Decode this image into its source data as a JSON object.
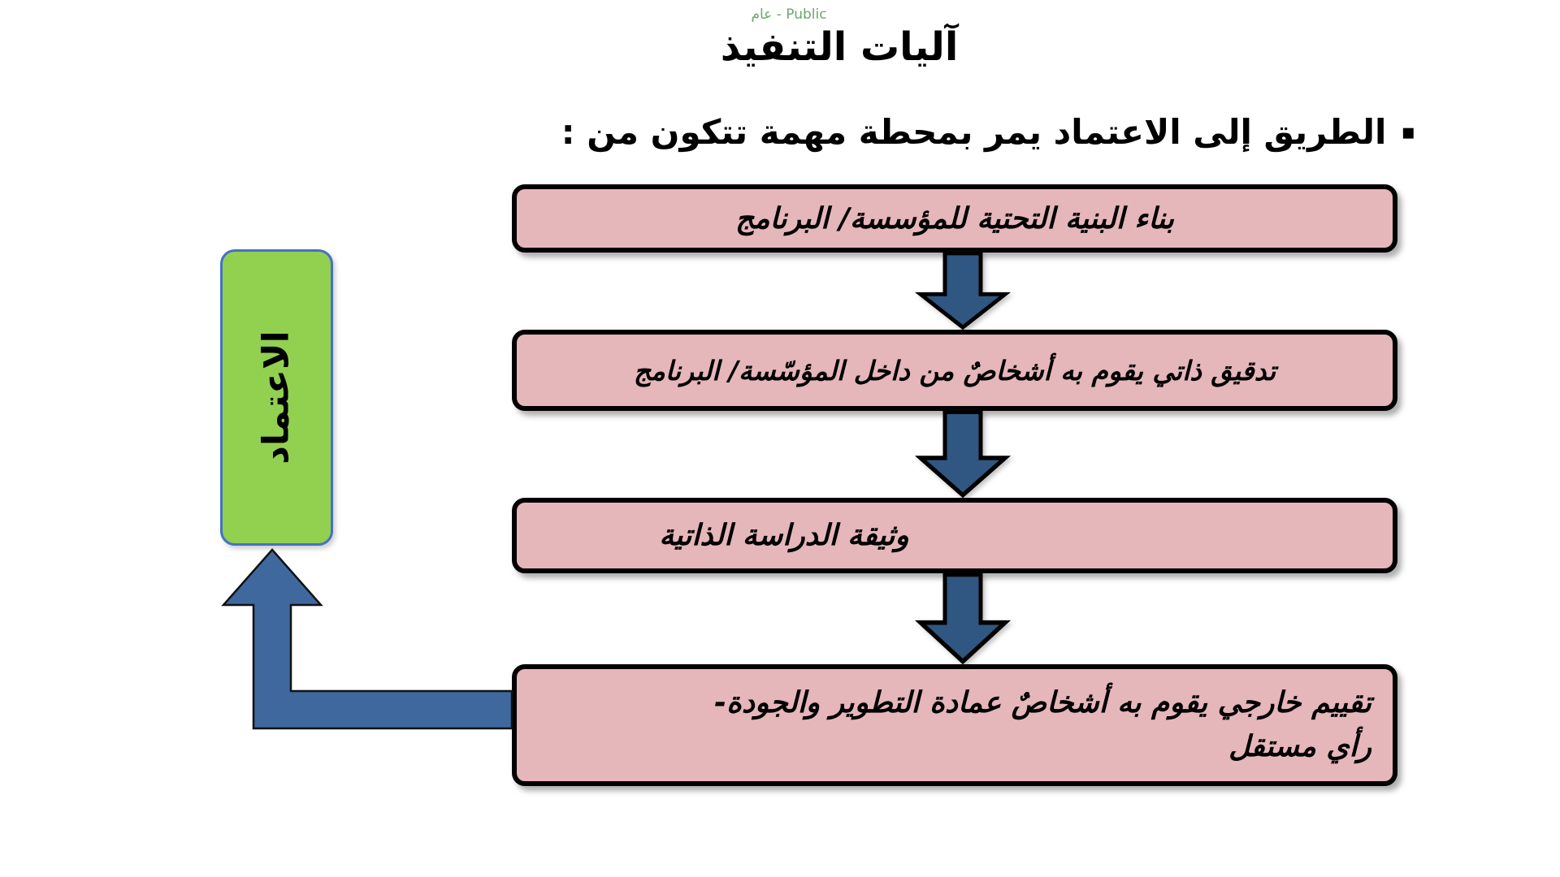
{
  "page": {
    "background": "#FFFFFF"
  },
  "header": {
    "classification_label": "عام - Public",
    "classification_color": "#6BA76B",
    "title": "آليات التنفيذ",
    "bullet_marker": "▪",
    "bullet_text": "الطريق إلى الاعتماد يمر بمحطة مهمة تتكون من :"
  },
  "flowchart": {
    "box_fill": "#E5B6BA",
    "box_border": "#000000",
    "arrow_fill": "#2F5782",
    "arrow_outline": "#000000",
    "boxes": [
      {
        "text": "بناء البنية التحتية للمؤسسة/ البرنامج"
      },
      {
        "text": "تدقيق ذاتي يقوم به أشخاصٌ من داخل المؤسّسة/ البرنامج"
      },
      {
        "text": "وثيقة الدراسة الذاتية"
      },
      {
        "lines": [
          "تقييم خارجي يقوم به أشخاصٌ عمادة التطوير والجودة-",
          "رأي مستقل"
        ]
      }
    ]
  },
  "result": {
    "label": "الاعتماد",
    "fill": "#92D050",
    "border_color": "#4472C4",
    "connector_fill": "#3F689E",
    "connector_outline": "#111111"
  }
}
